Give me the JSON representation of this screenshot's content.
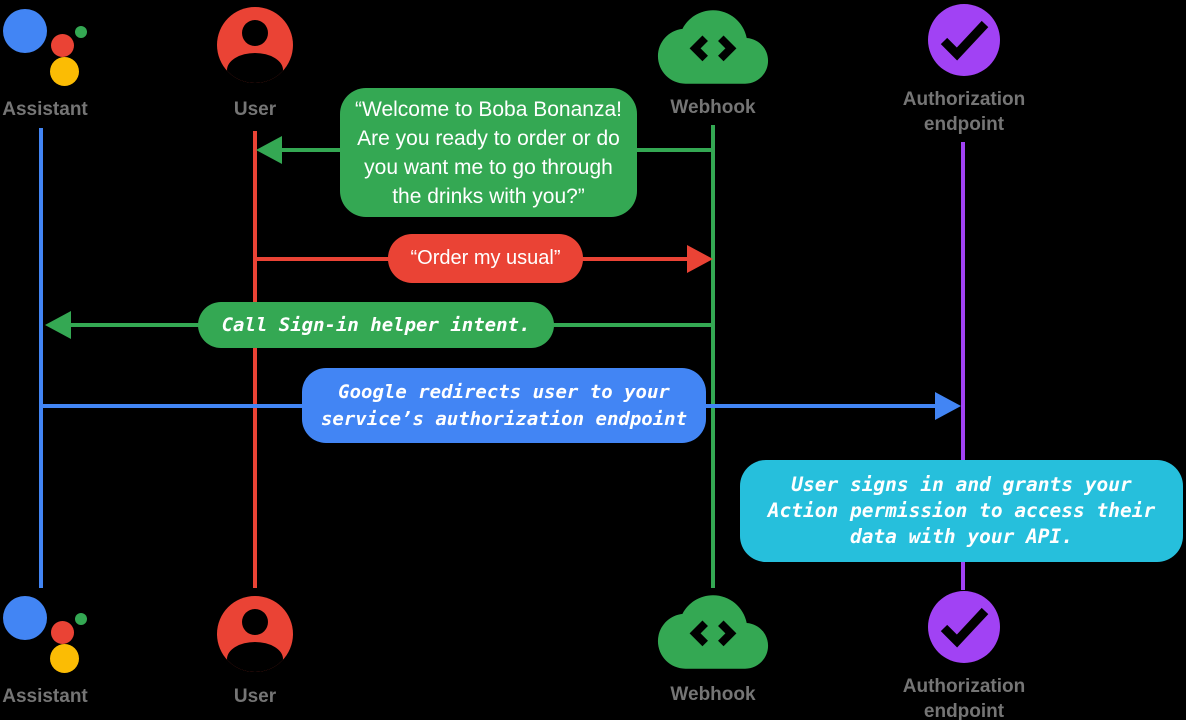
{
  "colors": {
    "background": "#000000",
    "assistant_blue": "#4285F4",
    "user_red": "#EA4335",
    "webhook_green": "#34A853",
    "auth_purple": "#A142F4",
    "logo_yellow": "#FBBC04",
    "note_cyan": "#26BFDC",
    "label_gray": "#757575",
    "message_text": "#FFFFFF"
  },
  "actors": {
    "assistant": {
      "label": "Assistant",
      "icon": "google-assistant-icon"
    },
    "user": {
      "label": "User",
      "icon": "person-icon"
    },
    "webhook": {
      "label": "Webhook",
      "icon": "cloud-code-icon"
    },
    "auth": {
      "label": "Authorization\nendpoint",
      "icon": "check-circle-icon"
    }
  },
  "messages": {
    "welcome": {
      "from": "Webhook",
      "to": "User",
      "text": "“Welcome to Boba Bonanza!\nAre you ready to order or do\nyou want me to go through\nthe drinks with you?”"
    },
    "order": {
      "from": "User",
      "to": "Webhook",
      "text": "“Order my usual”"
    },
    "signin_helper": {
      "from": "Webhook",
      "to": "Assistant",
      "text": "Call Sign-in helper intent."
    },
    "redirect": {
      "from": "Assistant",
      "to": "Authorization endpoint",
      "text": "Google redirects user to your\nservice’s authorization endpoint"
    },
    "grant": {
      "at": "Authorization endpoint",
      "text": "User signs in and grants your\nAction permission to access their\ndata with your API."
    }
  }
}
